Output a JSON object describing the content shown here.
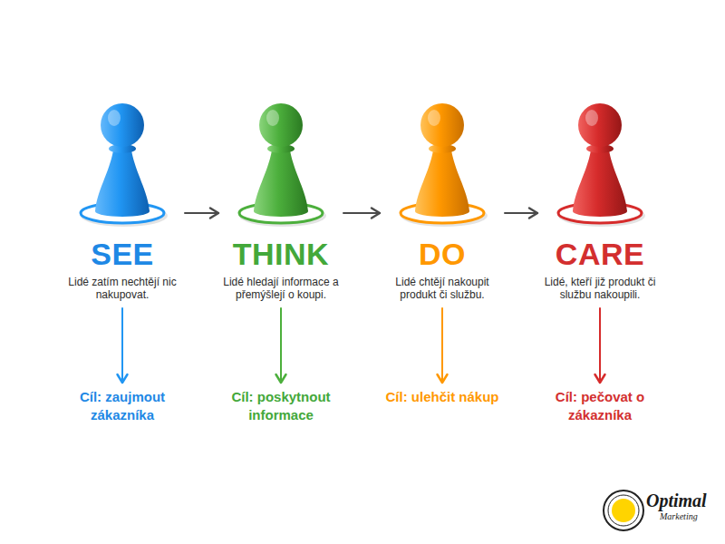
{
  "diagram": {
    "nodes": [
      {
        "text": [
          "SEE",
          "Lidé zatím nechtějí nic nakupovat."
        ]
      },
      {
        "text": [
          "THINK",
          "Lidé hledají informace a přemýšlejí o koupi."
        ]
      },
      {
        "text": [
          "DO",
          "Lidé chtějí nakoupit produkt či službu."
        ]
      },
      {
        "text": [
          "CARE",
          "Lidé, kteří již produkt či službu nakoupili."
        ]
      },
      {
        "text": [
          "Cíl: zaujmout zákazníka"
        ]
      },
      {
        "text": [
          "Cíl: poskytnout informace"
        ]
      },
      {
        "text": [
          "Cíl: ulehčit nákup"
        ]
      },
      {
        "text": [
          "Cíl: pečovat o zákazníka"
        ]
      }
    ],
    "edges": [
      {
        "from": 0,
        "to": 1,
        "arrow": "to"
      },
      {
        "from": 1,
        "to": 2,
        "arrow": "to"
      },
      {
        "from": 2,
        "to": 3,
        "arrow": "to"
      },
      {
        "from": 0,
        "to": 4,
        "arrow": "to"
      },
      {
        "from": 1,
        "to": 5,
        "arrow": "to"
      },
      {
        "from": 2,
        "to": 6,
        "arrow": "to"
      },
      {
        "from": 3,
        "to": 7,
        "arrow": "to"
      }
    ],
    "labels": [
      "Optimal",
      "Marketing"
    ]
  }
}
